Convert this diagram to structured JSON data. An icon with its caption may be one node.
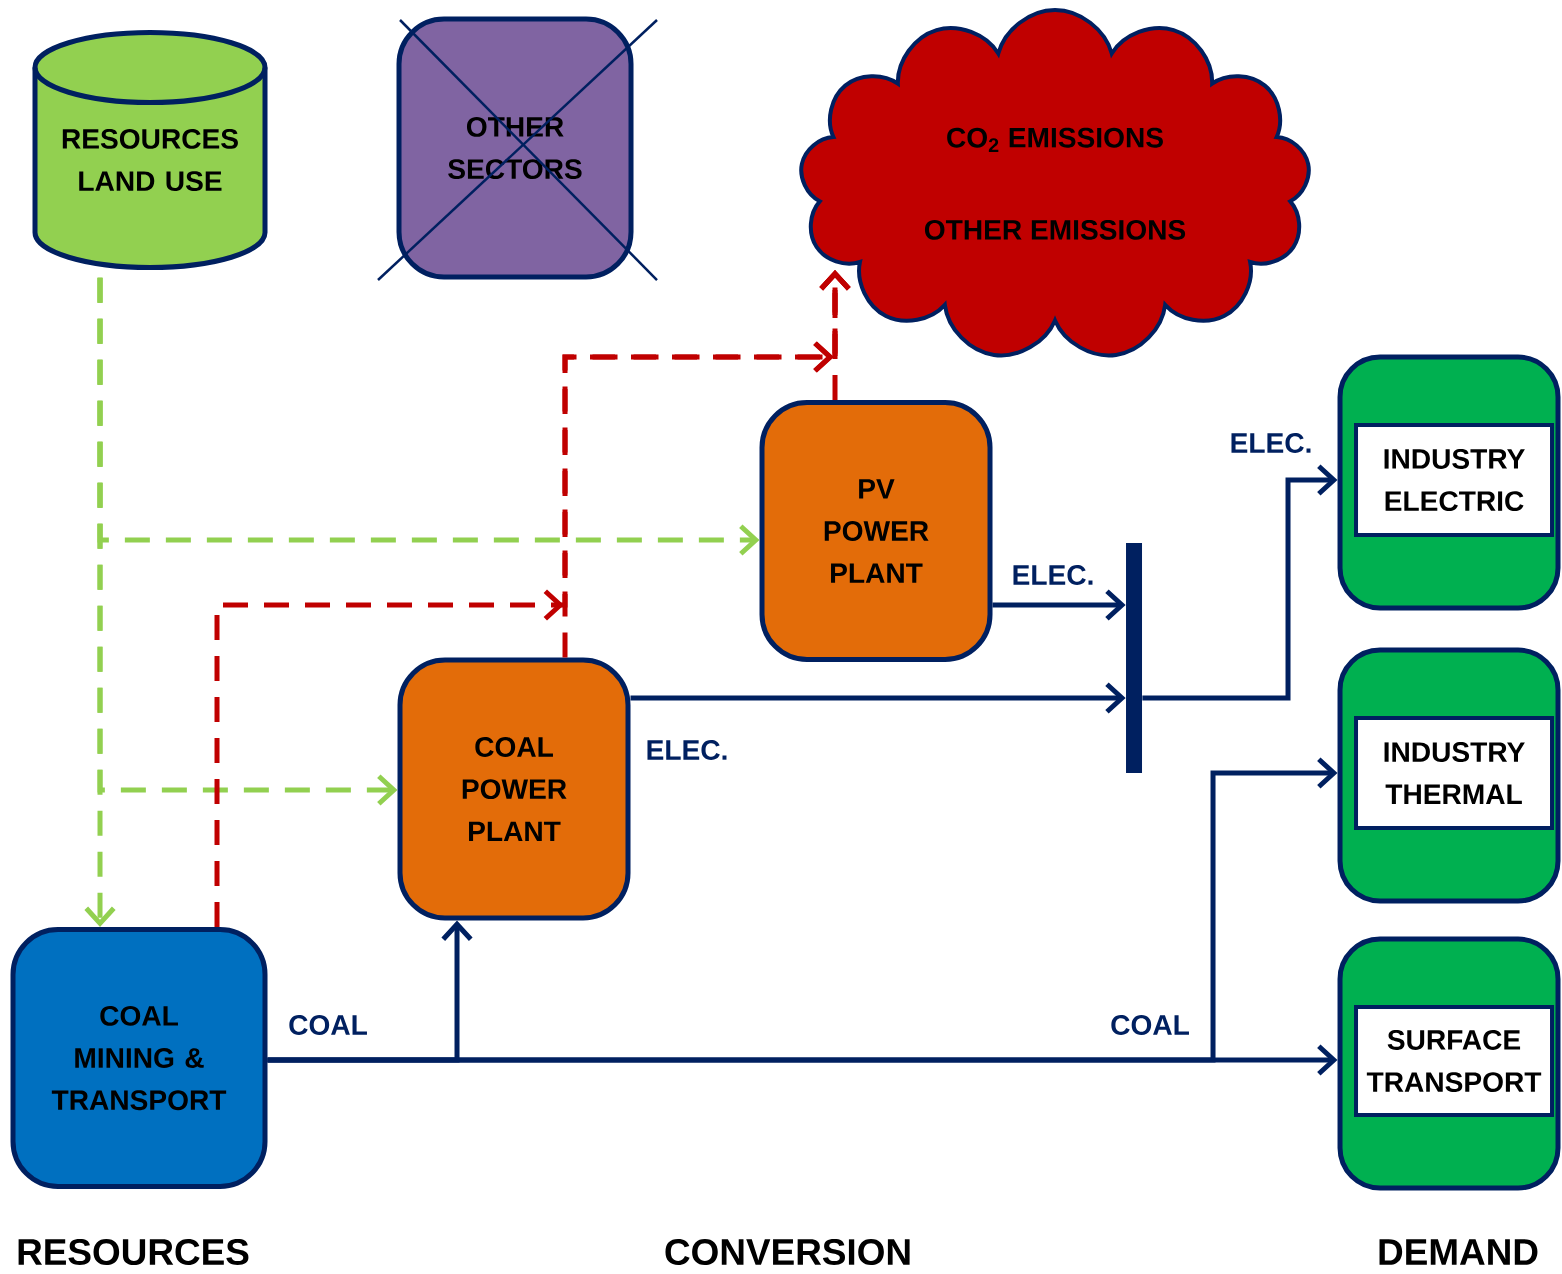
{
  "diagram": {
    "nodes": [
      {
        "text": [
          "RESOURCES LAND USE"
        ]
      },
      {
        "text": [
          "OTHER SECTORS"
        ]
      },
      {
        "text": [
          "CO$_{2}$ EMISSIONS",
          "OTHER EMISSIONS"
        ]
      },
      {
        "text": [
          "PV POWER PLANT"
        ]
      },
      {
        "text": [
          "COAL POWER PLANT"
        ]
      },
      {
        "text": [
          "COAL MINING & TRANSPORT"
        ]
      },
      {
        "text": [],
        "shape": "bar"
      },
      {
        "text": [],
        "shape": "box"
      },
      {
        "text": [
          "INDUSTRY ELECTRIC"
        ],
        "in": 7
      },
      {
        "text": [],
        "shape": "box"
      },
      {
        "text": [
          "INDUSTRY THERMAL"
        ],
        "in": 9
      },
      {
        "text": [],
        "shape": "box"
      },
      {
        "text": [
          "SURFACE TRANSPORT"
        ],
        "in": 11
      }
    ],
    "edges": [
      {
        "from": 0,
        "to": 5,
        "arrow": "to",
        "style": "dashed",
        "color": "#92d050"
      },
      {
        "from": 0,
        "to": 3,
        "arrow": "to",
        "style": "dashed",
        "color": "#92d050"
      },
      {
        "from": 0,
        "to": 4,
        "arrow": "to",
        "style": "dashed",
        "color": "#92d050"
      },
      {
        "from": 5,
        "to": 2,
        "arrow": "to",
        "style": "dashed",
        "color": "#c00000"
      },
      {
        "from": 4,
        "to": 2,
        "arrow": "to",
        "style": "dashed",
        "color": "#c00000"
      },
      {
        "from": 3,
        "to": 2,
        "arrow": "to",
        "style": "dashed",
        "color": "#c00000"
      },
      {
        "from": 3,
        "to": 6,
        "arrow": "to",
        "label": "ELEC."
      },
      {
        "from": 4,
        "to": 6,
        "arrow": "to",
        "label": "ELEC."
      },
      {
        "from": 6,
        "to": 7,
        "arrow": "to",
        "label": "ELEC."
      },
      {
        "from": 5,
        "to": 4,
        "arrow": "to",
        "label": "COAL"
      },
      {
        "from": 5,
        "to": 9,
        "arrow": "to"
      },
      {
        "from": 5,
        "to": 11,
        "arrow": "to",
        "label": "COAL"
      }
    ],
    "labels": [
      "RESOURCES",
      "CONVERSION",
      "DEMAND"
    ]
  }
}
